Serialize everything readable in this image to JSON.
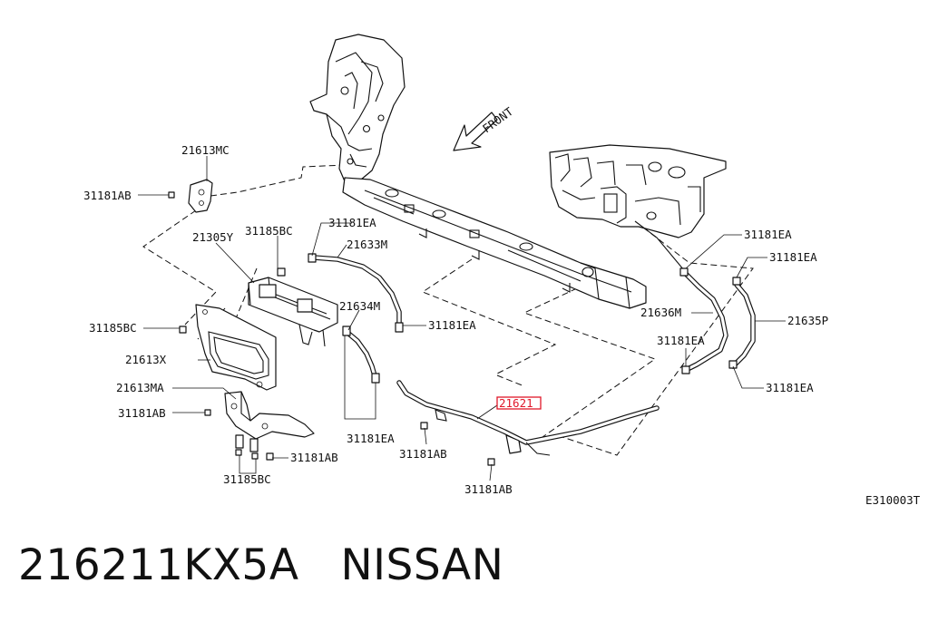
{
  "diagram": {
    "direction_label": "FRONT",
    "figure_code": "E310003T",
    "highlight_color": "#e0182a",
    "callouts": {
      "c21613MC": "21613MC",
      "c31181AB_top": "31181AB",
      "c31185BC_top": "31185BC",
      "c31181EA_top": "31181EA",
      "c21305Y": "21305Y",
      "c21633M": "21633M",
      "c21634M": "21634M",
      "c31181EA_mid": "31181EA",
      "c31185BC_left": "31185BC",
      "c21613X": "21613X",
      "c21613MA": "21613MA",
      "c31181AB_left": "31181AB",
      "c31181AB_bracket": "31181AB",
      "c31185BC_bottom": "31185BC",
      "c31181EA_pair": "31181EA",
      "c21621": "21621",
      "c31181AB_center": "31181AB",
      "c31181AB_bottom": "31181AB",
      "c31181EA_right1": "31181EA",
      "c31181EA_right2": "31181EA",
      "c21636M": "21636M",
      "c21635P": "21635P",
      "c31181EA_right3": "31181EA",
      "c31181EA_right4": "31181EA"
    }
  },
  "footer": {
    "part_number": "216211KX5A",
    "brand": "NISSAN"
  }
}
